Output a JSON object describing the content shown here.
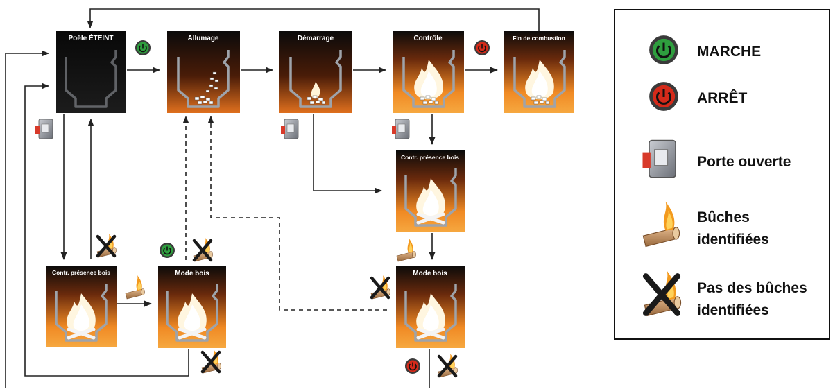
{
  "states": {
    "off": "Poêle ÉTEINT",
    "ignition": "Allumage",
    "startup": "Démarrage",
    "control": "Contrôle",
    "end": "Fin de combustion",
    "wood_check_right": "Contr. présence bois",
    "wood_check_left": "Contr. présence bois",
    "wood_mode_left": "Mode bois",
    "wood_mode_right": "Mode bois"
  },
  "legend": {
    "on": "MARCHE",
    "off": "ARRÊT",
    "door": "Porte ouverte",
    "logs_line1": "Bûches",
    "logs_line2": "identifiées",
    "nologs_line1": "Pas des bûches",
    "nologs_line2": "identifiées"
  },
  "colors": {
    "on_button": "#2e9e3e",
    "off_button": "#d42a1a",
    "box_background": "#0a0a0a",
    "fire_glow": "#f08a24",
    "arrow": "#222222",
    "door_red": "#d83a2a"
  }
}
